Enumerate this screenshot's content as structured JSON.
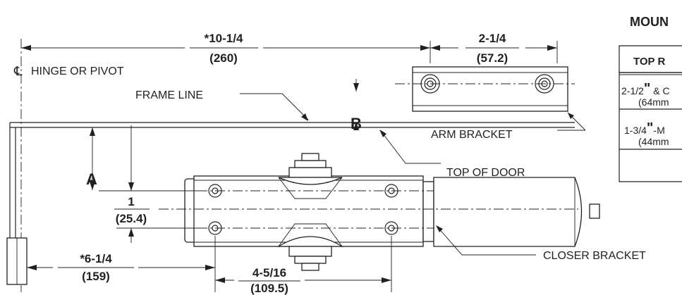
{
  "labels": {
    "mounting_title": "MOUN",
    "hinge_symbol": "℄",
    "hinge_pivot": "HINGE OR PIVOT",
    "frame_line": "FRAME LINE",
    "arm_bracket": "ARM BRACKET",
    "top_of_door": "TOP OF DOOR",
    "closer_bracket": "CLOSER BRACKET",
    "letter_a": "A",
    "letter_b": "B"
  },
  "dimensions": {
    "overall_in": "*10-1/4",
    "overall_mm": "(260)",
    "arm_bracket_in": "2-1/4",
    "arm_bracket_mm": "(57.2)",
    "vertical_in": "1",
    "vertical_mm": "(25.4)",
    "hinge_offset_in": "*6-1/4",
    "hinge_offset_mm": "(159)",
    "bracket_width_in": "4-5/16",
    "bracket_width_mm": "(109.5)"
  },
  "table": {
    "header": "TOP R",
    "row1_line1_a": "2-1/2",
    "row1_line1_b": " & C",
    "row1_line2": "(64mm",
    "row2_line1_a": "1-3/4",
    "row2_line1_b": "-M",
    "row2_line2": "(44mm"
  }
}
